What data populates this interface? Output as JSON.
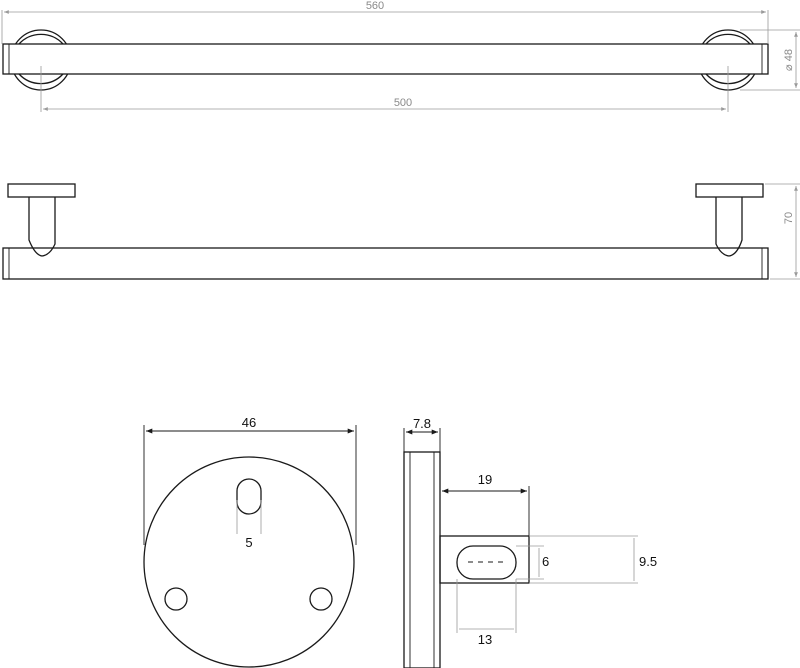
{
  "top_view": {
    "overall_length": "560",
    "center_distance": "500",
    "base_diameter": "⌀ 48"
  },
  "side_view": {
    "projection_height": "70"
  },
  "base_front": {
    "diameter": "46",
    "slot_width": "5"
  },
  "base_side": {
    "thickness": "7.8",
    "depth": "19",
    "hole_height": "6",
    "block_height": "9.5",
    "slot_length": "13"
  },
  "colors": {
    "outline": "#1a1a1a",
    "dimension_light": "#9a9a9a",
    "background": "#ffffff"
  }
}
